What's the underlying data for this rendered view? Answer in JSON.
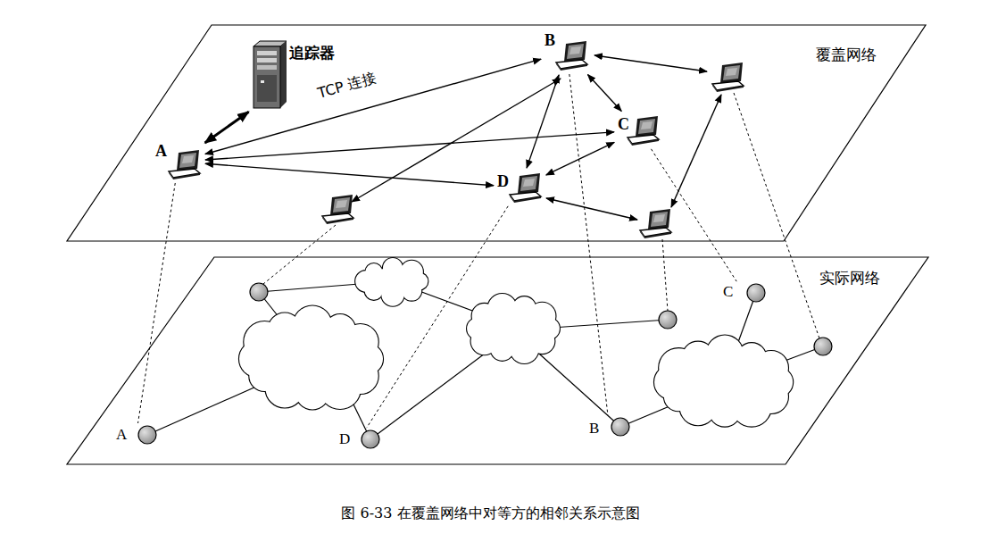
{
  "diagram": {
    "caption": "图 6-33 在覆盖网络中对等方的相邻关系示意图",
    "nodes": [
      {
        "text": [
          "追踪器"
        ]
      },
      {
        "text": [
          "A"
        ]
      },
      {
        "text": [
          "B"
        ]
      },
      {
        "text": [
          "C"
        ]
      },
      {
        "text": [
          "D"
        ]
      },
      {
        "text": [
          "A"
        ]
      },
      {
        "text": [
          "D"
        ]
      },
      {
        "text": [
          "B"
        ]
      },
      {
        "text": [
          "C"
        ]
      }
    ],
    "edges": [
      {
        "from": 0,
        "to": 1,
        "arrow": "both"
      },
      {
        "from": 1,
        "to": 2,
        "label": "TCP 连接",
        "arrow": "both"
      },
      {
        "from": 1,
        "to": 3,
        "arrow": "both"
      },
      {
        "from": 1,
        "to": 4,
        "arrow": "both"
      },
      {
        "from": 2,
        "to": 4,
        "arrow": "both"
      },
      {
        "from": 2,
        "to": 3,
        "arrow": "both"
      },
      {
        "from": 3,
        "to": 4,
        "arrow": "both"
      },
      {
        "from": 1,
        "to": 5,
        "arrow": "none"
      },
      {
        "from": 4,
        "to": 6,
        "arrow": "none"
      },
      {
        "from": 2,
        "to": 7,
        "arrow": "none"
      },
      {
        "from": 3,
        "to": 8,
        "arrow": "none"
      }
    ],
    "labels": [
      "覆盖网络",
      "实际网络"
    ]
  }
}
